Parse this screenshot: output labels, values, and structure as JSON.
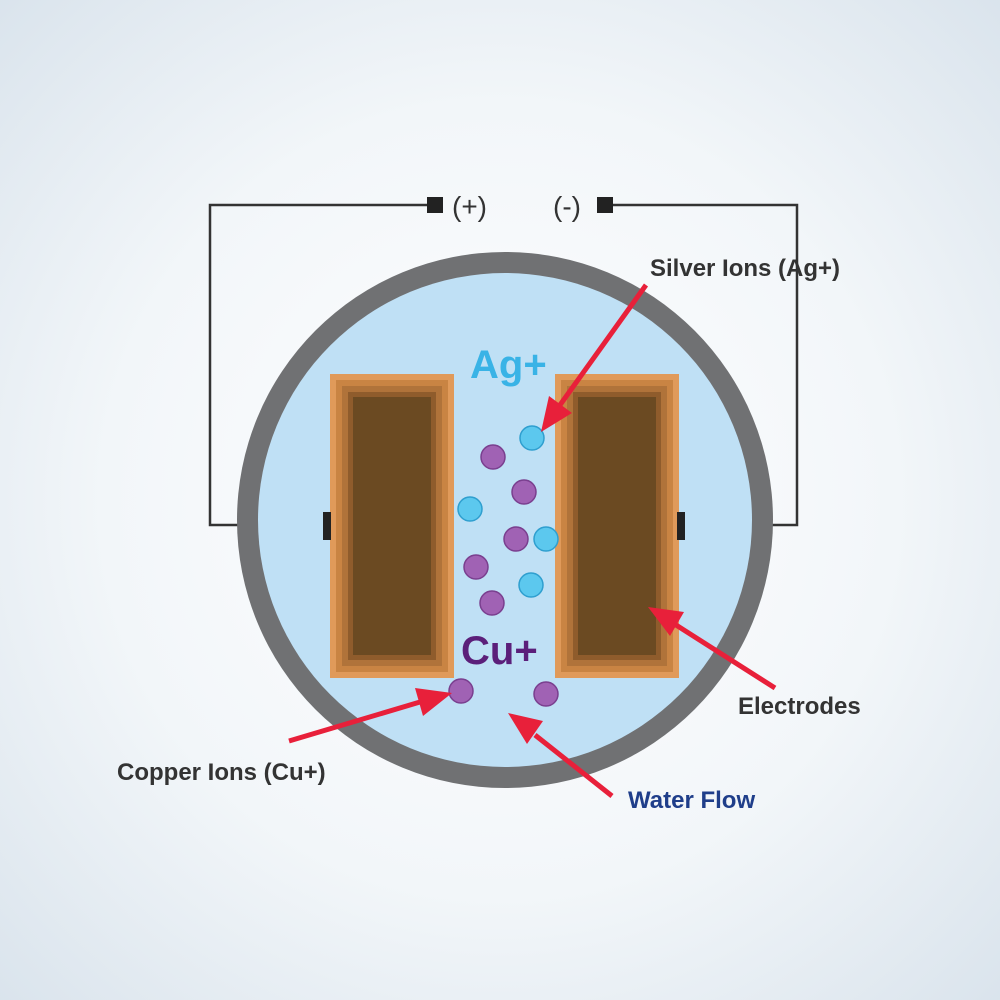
{
  "terminals": {
    "positive": "(+)",
    "negative": "(-)"
  },
  "labels": {
    "silver_ions": "Silver Ions (Ag+)",
    "silver_symbol": "Ag+",
    "copper_symbol": "Cu+",
    "copper_ions": "Copper Ions (Cu+)",
    "electrodes": "Electrodes",
    "water_flow": "Water Flow"
  },
  "colors": {
    "background_center": "#ffffff",
    "background_edge": "#dde6ee",
    "casing": "#707173",
    "water": "#bfe0f5",
    "electrode_outer": "#e09a5a",
    "electrode_inner": "#6b4a22",
    "wire": "#333333",
    "silver_ion": "#5cc8ee",
    "copper_ion": "#a062b4",
    "arrow": "#e8203a",
    "label_text": "#333333",
    "water_flow_text": "#1f3e8a",
    "silver_symbol_text": "#39b3e6",
    "copper_symbol_text": "#5b1f7a"
  }
}
